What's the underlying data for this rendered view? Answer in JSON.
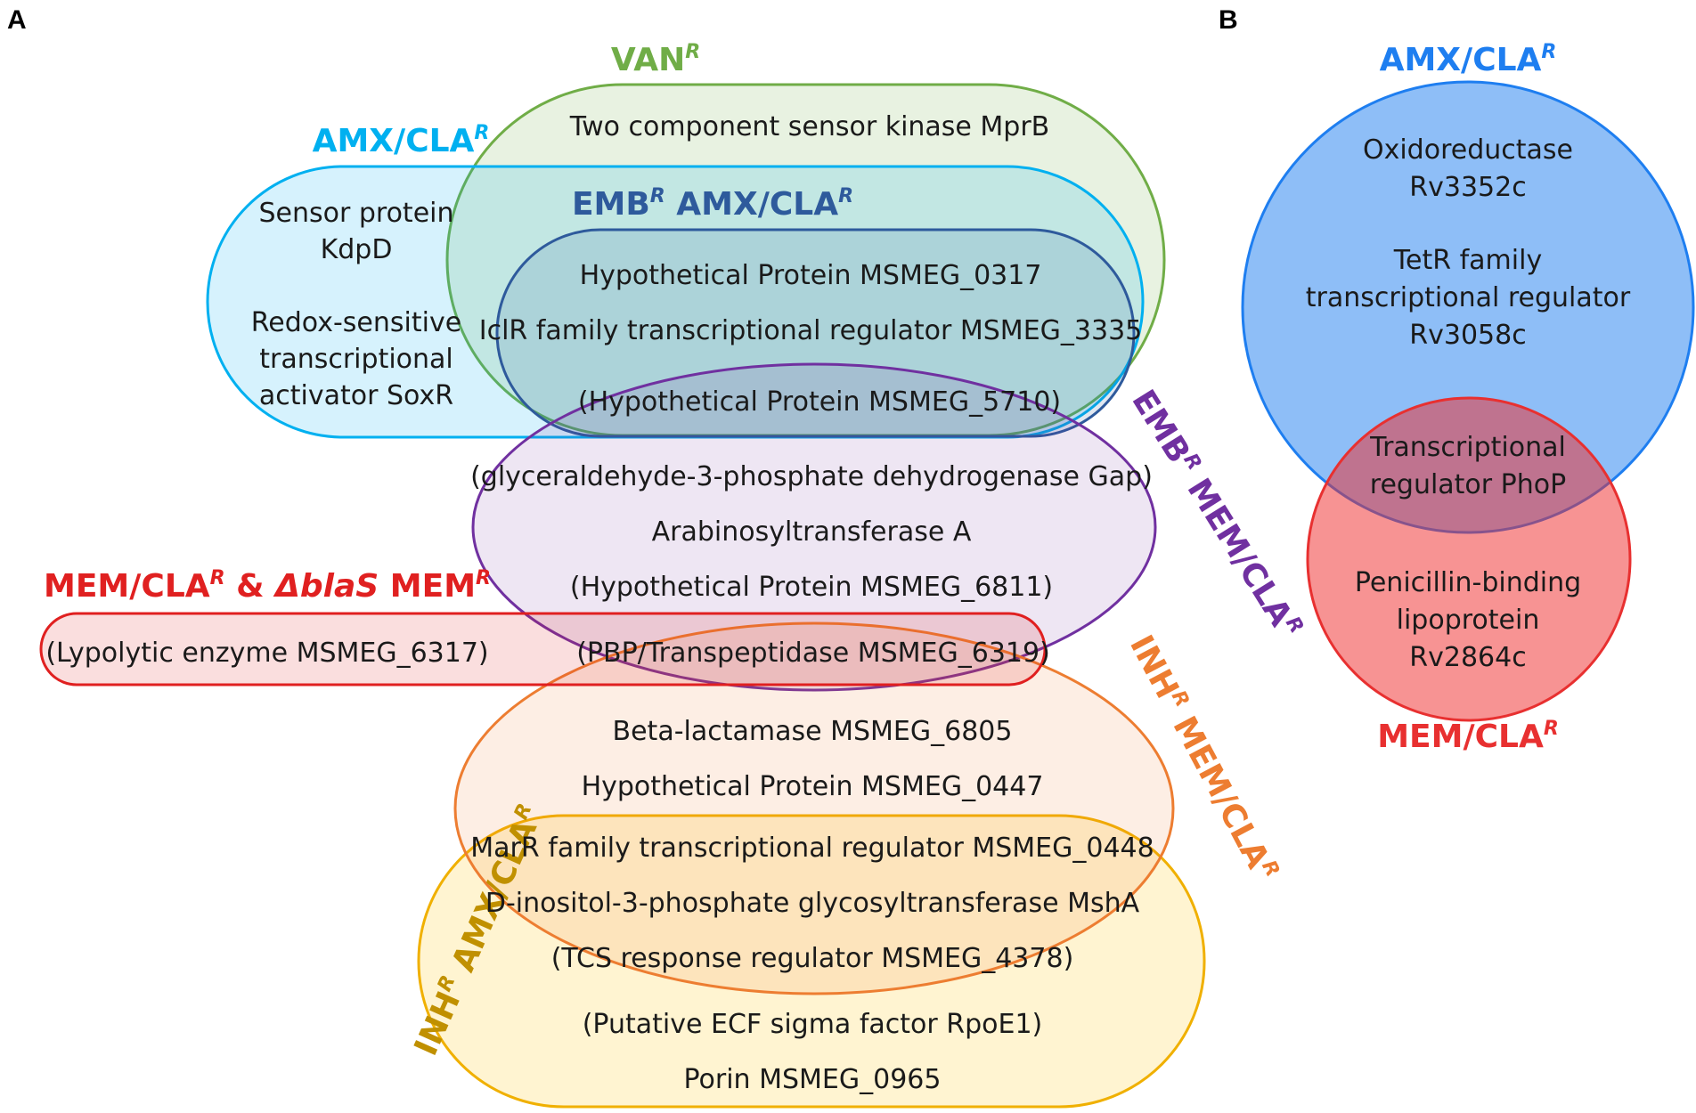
{
  "panels": {
    "a": "A",
    "b": "B"
  },
  "colors": {
    "van": "#70ad47",
    "amx": "#00b0f0",
    "emb_amx": "#2e5a9c",
    "emb_mem": "#7030a0",
    "mem_bla": "#e02020",
    "inh_mem": "#ed7d31",
    "inh_amx": "#c09000",
    "b_amx": "#1e7ef0",
    "b_mem": "#e83030"
  },
  "panel_a": {
    "sets": {
      "van": {
        "name": "VAN",
        "sup": "R"
      },
      "amx": {
        "name": "AMX/CLA",
        "sup": "R"
      },
      "emb_amx": {
        "name1": "EMB",
        "sup1": "R",
        "name2": " AMX/CLA",
        "sup2": "R"
      },
      "emb_mem": {
        "name1": "EMB",
        "sup1": "R",
        "name2": " MEM/CLA",
        "sup2": "R"
      },
      "mem_bla": {
        "name1": "MEM/CLA",
        "sup1": "R",
        "mid": " & ",
        "italic": "ΔblaS",
        "name2": " MEM",
        "sup2": "R"
      },
      "inh_mem": {
        "name1": "INH",
        "sup1": "R",
        "name2": " MEM/CLA",
        "sup2": "R"
      },
      "inh_amx": {
        "name1": "INH",
        "sup1": "R",
        "name2": " AMX/CLA",
        "sup2": "R"
      }
    },
    "genes": {
      "mprb": "Two component sensor kinase MprB",
      "kdpd_1": "Sensor protein",
      "kdpd_2": "KdpD",
      "soxr_1": "Redox-sensitive",
      "soxr_2": "transcriptional",
      "soxr_3": "activator SoxR",
      "msmeg0317": "Hypothetical Protein MSMEG_0317",
      "msmeg3335": "IclR family transcriptional regulator MSMEG_3335",
      "msmeg5710": "(Hypothetical Protein MSMEG_5710)",
      "gap": "(glyceraldehyde-3-phosphate dehydrogenase Gap)",
      "arabinosyl": "Arabinosyltransferase A",
      "msmeg6811": "(Hypothetical Protein MSMEG_6811)",
      "msmeg6317": "(Lypolytic enzyme MSMEG_6317)",
      "msmeg6319": "(PBP/Transpeptidase MSMEG_6319)",
      "msmeg6805": "Beta-lactamase MSMEG_6805",
      "msmeg0447": "Hypothetical Protein MSMEG_0447",
      "msmeg0448": "MarR family transcriptional regulator MSMEG_0448",
      "msha": "D-inositol-3-phosphate glycosyltransferase MshA",
      "msmeg4378": "(TCS response regulator MSMEG_4378)",
      "rpoe1": "(Putative ECF sigma factor RpoE1)",
      "porin": "Porin MSMEG_0965"
    }
  },
  "panel_b": {
    "sets": {
      "amx": {
        "name": "AMX/CLA",
        "sup": "R"
      },
      "mem": {
        "name": "MEM/CLA",
        "sup": "R"
      }
    },
    "genes": {
      "oxido_1": "Oxidoreductase",
      "oxido_2": "Rv3352c",
      "tetr_1": "TetR family",
      "tetr_2": "transcriptional regulator",
      "tetr_3": "Rv3058c",
      "phop_1": "Transcriptional",
      "phop_2": "regulator PhoP",
      "pbp_1": "Penicillin-binding",
      "pbp_2": "lipoprotein",
      "pbp_3": "Rv2864c"
    }
  }
}
